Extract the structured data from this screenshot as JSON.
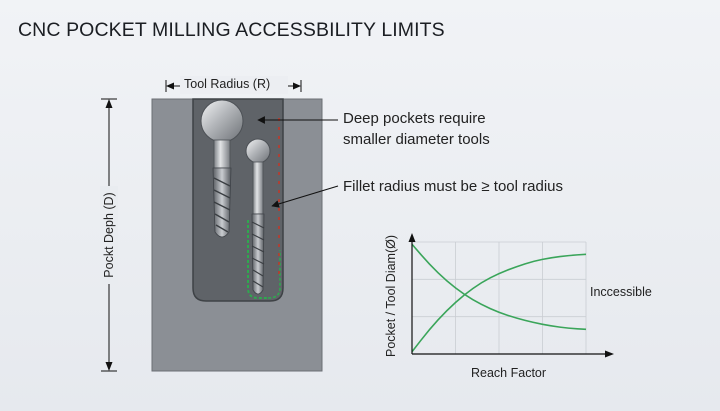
{
  "title": "CNC POCKET MILLING ACCESSBILITY LIMITS",
  "diagram": {
    "dimension_top": "Tool Radius (R)",
    "dimension_left": "Pockt Deph (D)",
    "callouts": [
      {
        "lines": [
          "Deep pockets require",
          "smaller diameter tools"
        ]
      },
      {
        "lines": [
          "Fillet radius must be ≥ tool radius"
        ]
      }
    ]
  },
  "chart_data": {
    "type": "line",
    "title": "",
    "xlabel": "Reach Factor",
    "ylabel": "Pocket / Tool Diam(Ø)",
    "annotation": "Inccessible",
    "grid": true,
    "series": [
      {
        "color": "#3aa55a",
        "x": [
          0,
          0.1,
          0.2,
          0.3,
          0.4,
          0.5,
          0.6,
          0.7,
          0.8,
          0.9,
          1.0
        ],
        "y": [
          0.98,
          0.8,
          0.65,
          0.53,
          0.44,
          0.37,
          0.32,
          0.28,
          0.25,
          0.23,
          0.22
        ]
      },
      {
        "color": "#3aa55a",
        "x": [
          0,
          0.1,
          0.2,
          0.3,
          0.4,
          0.5,
          0.6,
          0.7,
          0.8,
          0.9,
          1.0
        ],
        "y": [
          0.02,
          0.22,
          0.39,
          0.53,
          0.64,
          0.72,
          0.78,
          0.83,
          0.86,
          0.88,
          0.89
        ]
      }
    ],
    "xlim": [
      0,
      1
    ],
    "ylim": [
      0,
      1
    ]
  },
  "colors": {
    "part": "#8b8f95",
    "pocket": "#5f6368",
    "tool": "#b9bcc0",
    "fillet_green": "#2fa84f",
    "fillet_red": "#c0392b",
    "curve": "#3aa55a"
  }
}
